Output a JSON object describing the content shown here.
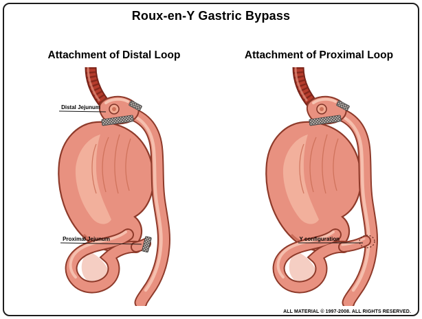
{
  "title": "Roux-en-Y Gastric Bypass",
  "panels": {
    "left": {
      "heading": "Attachment of Distal Loop",
      "labels": {
        "distal_jejunum": "Distal Jejunum",
        "proximal_jejunum": "Proximal Jejunum"
      }
    },
    "right": {
      "heading": "Attachment of Proximal Loop",
      "labels": {
        "y_configuration": "Y configuration"
      }
    }
  },
  "footer": {
    "copyright": "ALL MATERIAL © 1997-2008. ALL RIGHTS RESERVED."
  },
  "colors": {
    "background": "#ffffff",
    "border": "#1c1c1c",
    "tissue_mid": "#e89180",
    "tissue_outline": "#8e3a2a",
    "tissue_highlight": "#f6c4b2",
    "esophagus_dark": "#7c241a",
    "esophagus_mid": "#b53c2c",
    "label_text": "#000000"
  }
}
